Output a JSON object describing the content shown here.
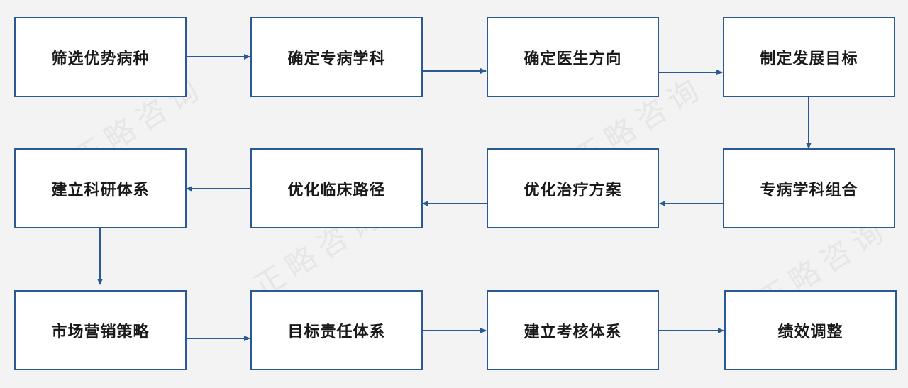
{
  "diagram": {
    "watermark": "正略咨询",
    "colors": {
      "border": "#2b5a92",
      "arrow": "#2b5a92",
      "background": "#f3f3f3"
    },
    "nodes": [
      {
        "id": "n1",
        "label": "筛选优势病种"
      },
      {
        "id": "n2",
        "label": "确定专病学科"
      },
      {
        "id": "n3",
        "label": "确定医生方向"
      },
      {
        "id": "n4",
        "label": "制定发展目标"
      },
      {
        "id": "n5",
        "label": "专病学科组合"
      },
      {
        "id": "n6",
        "label": "优化治疗方案"
      },
      {
        "id": "n7",
        "label": "优化临床路径"
      },
      {
        "id": "n8",
        "label": "建立科研体系"
      },
      {
        "id": "n9",
        "label": "市场营销策略"
      },
      {
        "id": "n10",
        "label": "目标责任体系"
      },
      {
        "id": "n11",
        "label": "建立考核体系"
      },
      {
        "id": "n12",
        "label": "绩效调整"
      }
    ],
    "edges": [
      {
        "from": "n1",
        "to": "n2"
      },
      {
        "from": "n2",
        "to": "n3"
      },
      {
        "from": "n3",
        "to": "n4"
      },
      {
        "from": "n4",
        "to": "n5"
      },
      {
        "from": "n5",
        "to": "n6"
      },
      {
        "from": "n6",
        "to": "n7"
      },
      {
        "from": "n7",
        "to": "n8"
      },
      {
        "from": "n8",
        "to": "n9"
      },
      {
        "from": "n9",
        "to": "n10"
      },
      {
        "from": "n10",
        "to": "n11"
      },
      {
        "from": "n11",
        "to": "n12"
      }
    ]
  }
}
